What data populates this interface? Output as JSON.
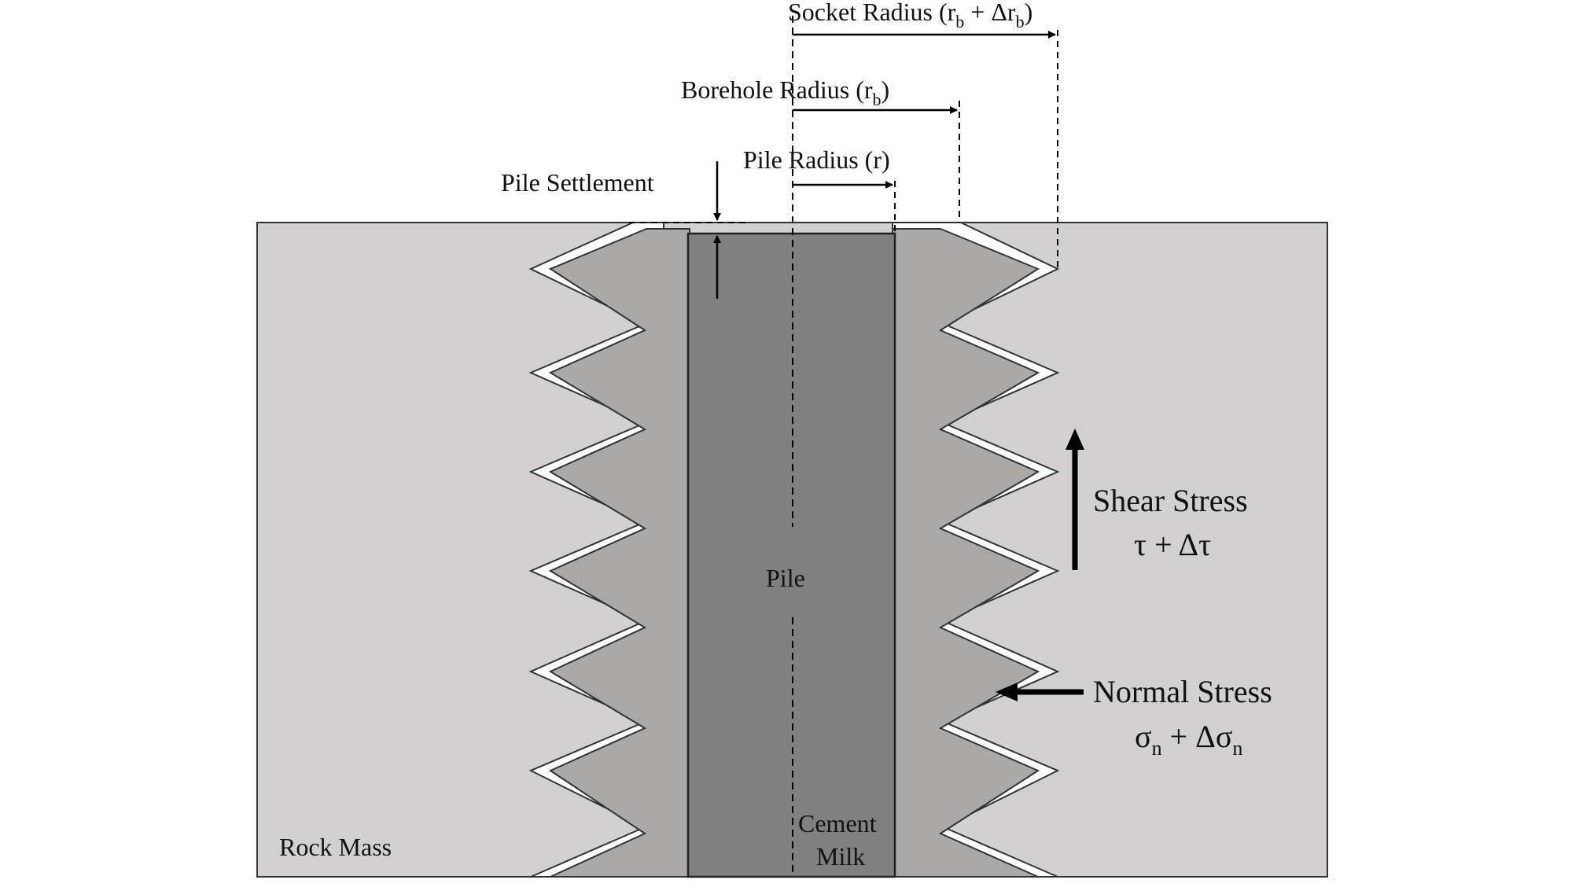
{
  "labels": {
    "socket_radius": "Socket Radius (r",
    "socket_radius_mid": " + Δr",
    "socket_radius_end": ")",
    "borehole_radius": "Borehole Radius (r",
    "borehole_radius_end": ")",
    "pile_radius": "Pile Radius (r)",
    "pile_settlement": "Pile  Settlement",
    "shear_stress": "Shear Stress",
    "shear_formula": "τ + Δτ",
    "normal_stress": "Normal Stress",
    "normal_sigma": "σ",
    "normal_plus": " + Δσ",
    "pile": "Pile",
    "cement": "Cement",
    "milk": "Milk",
    "rock_mass": "Rock Mass",
    "sub_b": "b",
    "sub_n": "n"
  },
  "colors": {
    "rock": "#d2d0d1",
    "cement": "#aba8a8",
    "pile": "#808080",
    "gap": "#ffffff",
    "outline": "#333333"
  }
}
